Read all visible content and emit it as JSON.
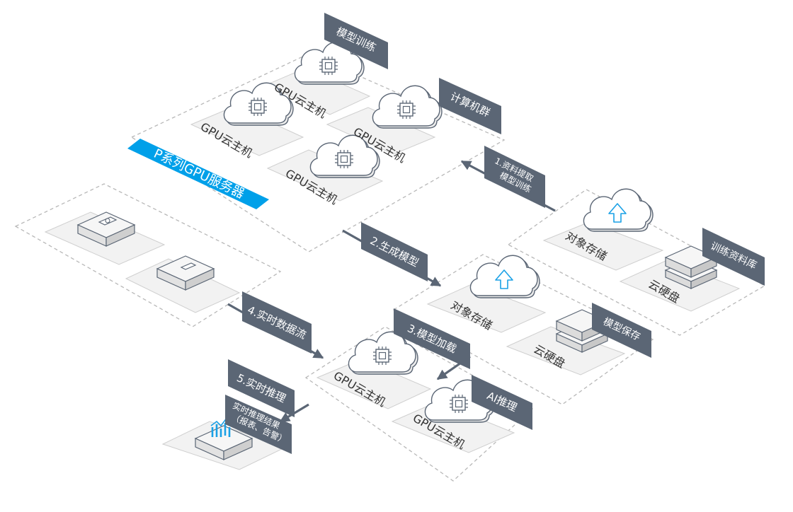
{
  "banner": {
    "label": "P系列GPU服务器"
  },
  "zones": {
    "training": {
      "title": "模型训练",
      "cluster_title": "计算机群",
      "node_label": "GPU云主机"
    },
    "training_data": {
      "title": "训练资料库",
      "object_storage": "对象存储",
      "cloud_disk": "云硬盘"
    },
    "model_save": {
      "title": "模型保存",
      "object_storage": "对象存储",
      "cloud_disk": "云硬盘"
    },
    "inference": {
      "title": "AI推理",
      "node_label": "GPU云主机"
    },
    "result": {
      "title_line1": "实时推理结果",
      "title_line2": "（报表、告警）"
    }
  },
  "steps": [
    {
      "line1": "1.资料提取",
      "line2": "模型训练"
    },
    {
      "line1": "2.生成模型"
    },
    {
      "line1": "3.模型加载"
    },
    {
      "line1": "4.实时数据流"
    },
    {
      "line1": "5.实时推理"
    }
  ],
  "colors": {
    "label_bg": "#5b6675",
    "banner_bg": "#00a0e9",
    "zone_border": "#b8b8b8",
    "arrow": "#5b6675",
    "accent_icon": "#1aa1e6"
  }
}
